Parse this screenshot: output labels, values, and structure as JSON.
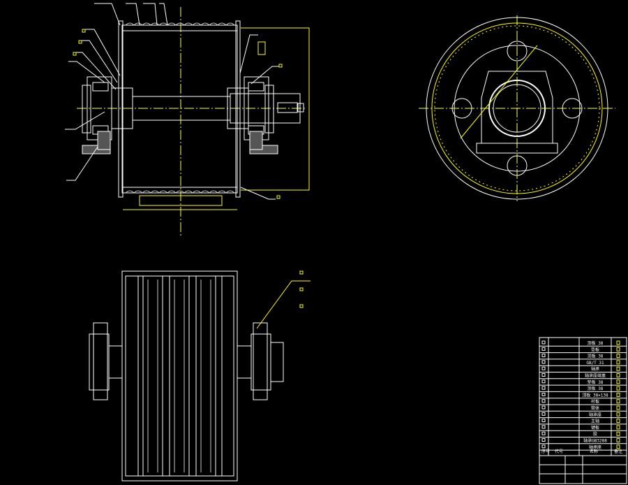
{
  "colors": {
    "background": "#000000",
    "outline": "#ffffff",
    "dimension": "#ffff00",
    "hatch": "#c8c8c8",
    "center": "#ffff66"
  },
  "title_block": {
    "rows": [
      {
        "code": "",
        "name": "顶板 38",
        "qty": ""
      },
      {
        "code": "",
        "name": "垫板",
        "qty": ""
      },
      {
        "code": "",
        "name": "顶板 38",
        "qty": ""
      },
      {
        "code": "",
        "name": "GB/T 31",
        "qty": ""
      },
      {
        "code": "",
        "name": "轴承",
        "qty": ""
      },
      {
        "code": "",
        "name": "轴承座端盖",
        "qty": ""
      },
      {
        "code": "",
        "name": "垫板 38",
        "qty": ""
      },
      {
        "code": "",
        "name": "顶板 38",
        "qty": ""
      },
      {
        "code": "",
        "name": "顶板 38×138",
        "qty": ""
      },
      {
        "code": "",
        "name": "衬板",
        "qty": ""
      },
      {
        "code": "",
        "name": "筒体",
        "qty": ""
      },
      {
        "code": "",
        "name": "轴承座",
        "qty": ""
      },
      {
        "code": "",
        "name": "主轴",
        "qty": ""
      },
      {
        "code": "",
        "name": "键板",
        "qty": ""
      },
      {
        "code": "",
        "name": "胶",
        "qty": ""
      },
      {
        "code": "",
        "name": "轴承GB3288",
        "qty": ""
      },
      {
        "code": "",
        "name": "轴承座",
        "qty": ""
      }
    ],
    "header": {
      "col1": "序号",
      "col2": "代号",
      "col3": "名称",
      "col4": "备注"
    }
  }
}
